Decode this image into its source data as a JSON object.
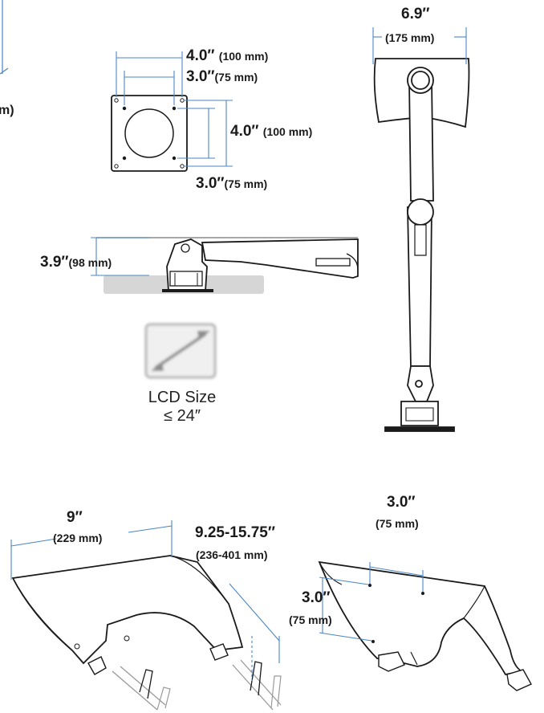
{
  "vesa": {
    "width_outer": "4.0″",
    "width_outer_mm": "(100 mm)",
    "width_inner": "3.0″",
    "width_inner_mm": "(75 mm)",
    "height_outer": "4.0″",
    "height_outer_mm": "(100 mm)",
    "height_inner": "3.0″",
    "height_inner_mm": "(75 mm)"
  },
  "left_cut_label": "m)",
  "clearance": {
    "value": "3.9″",
    "mm": "(98 mm)"
  },
  "lcd": {
    "line1": "LCD Size",
    "line2": "≤ 24″"
  },
  "pole_bracket": {
    "value": "6.9″",
    "mm": "(175 mm)"
  },
  "tray": {
    "width_value": "9″",
    "width_mm": "(229 mm)",
    "depth_value": "9.25-15.75″",
    "depth_mm": "(236-401 mm)"
  },
  "tray_holes": {
    "horizontal_value": "3.0″",
    "horizontal_mm": "(75 mm)",
    "vertical_value": "3.0″",
    "vertical_mm": "(75 mm)"
  },
  "colors": {
    "dimension_line": "#4a86c5",
    "outline": "#1a1a1a",
    "surface": "#d9d9d9"
  }
}
